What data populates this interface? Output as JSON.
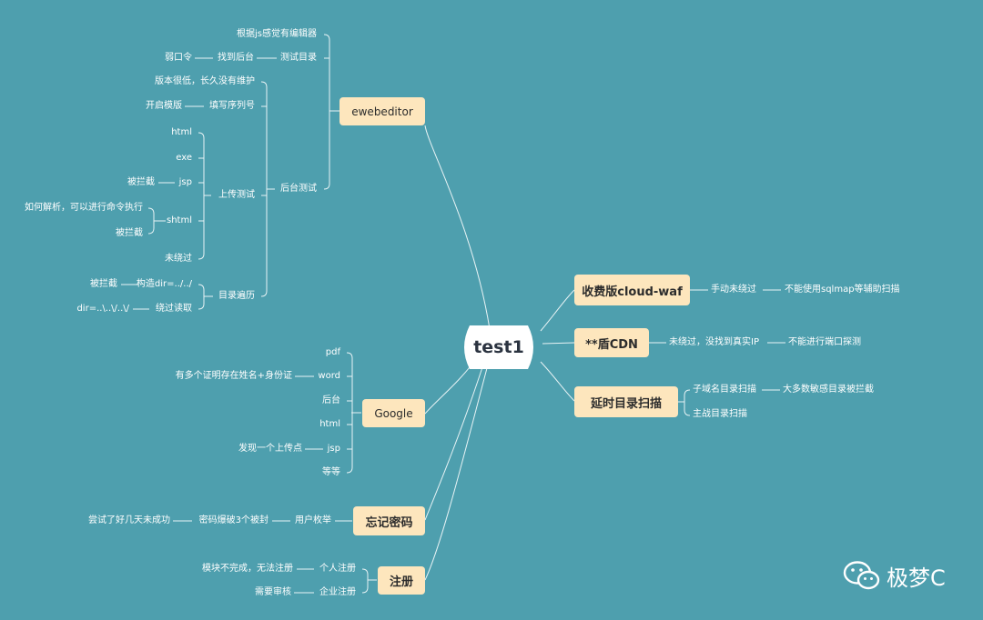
{
  "root": "test1",
  "branches": {
    "ewebeditor": "ewebeditor",
    "google": "Google",
    "forgot": "忘记密码",
    "register": "注册",
    "waf": "收费版cloud-waf",
    "cdn": "**盾CDN",
    "delay": "延时目录扫描"
  },
  "ewe": {
    "editor_hint": "根据js感觉有编辑器",
    "test_dir": "测试目录",
    "find_backend": "找到后台",
    "weak_pw": "弱口令",
    "backend_test": "后台测试",
    "old_version": "版本很低，长久没有维护",
    "fill_serial": "填写序列号",
    "open_template": "开启模版",
    "upload_test": "上传测试",
    "html": "html",
    "exe": "exe",
    "jsp": "jsp",
    "jsp_blocked": "被拦截",
    "shtml": "shtml",
    "shtml_parse": "如何解析，可以进行命令执行",
    "shtml_blocked": "被拦截",
    "not_bypassed": "未绕过",
    "dir_traversal": "目录遍历",
    "construct_dir": "构造dir=../../",
    "construct_blocked": "被拦截",
    "bypass_read": "绕过读取",
    "bypass_payload": "dir=..\\..\\/..\\/"
  },
  "google": {
    "pdf": "pdf",
    "word": "word",
    "word_note": "有多个证明存在姓名+身份证",
    "backend": "后台",
    "html": "html",
    "jsp": "jsp",
    "jsp_note": "发现一个上传点",
    "etc": "等等"
  },
  "forgot": {
    "user_enum": "用户枚举",
    "pw_brute": "密码爆破3个被封",
    "tried_days": "尝试了好几天未成功"
  },
  "register": {
    "personal": "个人注册",
    "personal_note": "模块不完成，无法注册",
    "company": "企业注册",
    "company_note": "需要审核"
  },
  "waf": {
    "manual": "手动未绕过",
    "no_sqlmap": "不能使用sqlmap等辅助扫描"
  },
  "cdn": {
    "not_bypassed": "未绕过，没找到真实IP",
    "no_port_scan": "不能进行端口探测"
  },
  "delay": {
    "subdomain_scan": "子域名目录扫描",
    "mostly_blocked": "大多数敏感目录被拦截",
    "main_scan": "主战目录扫描"
  },
  "logo": {
    "text": "极梦C"
  },
  "colors": {
    "background": "#4e9fae",
    "node": "#fde6bd",
    "line": "#e8f3f5"
  }
}
